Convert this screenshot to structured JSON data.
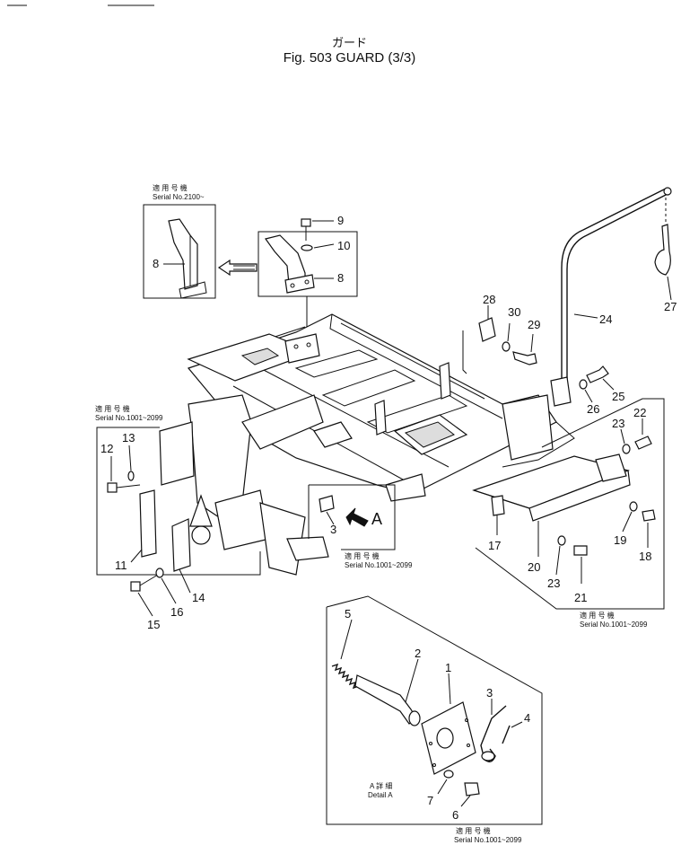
{
  "header": {
    "title_jp": "ガード",
    "title_en": "Fig. 503 GUARD (3/3)"
  },
  "insets": {
    "top_left": {
      "serial_jp": "適 用 号 機",
      "serial": "Serial No.2100~"
    },
    "left": {
      "serial_jp": "適 用 号 機",
      "serial": "Serial No.1001~2099"
    },
    "center": {
      "serial_jp": "適 用 号 機",
      "serial": "Serial No.1001~2099",
      "view_label": "A"
    },
    "right": {
      "serial_jp": "適 用 号 機",
      "serial": "Serial No.1001~2099"
    },
    "detail": {
      "detail_jp": "A 詳 細",
      "detail_en": "Detail A",
      "serial_jp": "適 用 号 機",
      "serial": "Serial No.1001~2099"
    }
  },
  "callouts": [
    "1",
    "2",
    "3",
    "4",
    "5",
    "6",
    "7",
    "8",
    "9",
    "10",
    "11",
    "12",
    "13",
    "14",
    "15",
    "16",
    "17",
    "18",
    "19",
    "20",
    "21",
    "22",
    "23",
    "24",
    "25",
    "26",
    "27",
    "28",
    "29",
    "30"
  ],
  "labels": {
    "p8a": "8",
    "p9": "9",
    "p10": "10",
    "p8b": "8",
    "p28": "28",
    "p30": "30",
    "p29": "29",
    "p24": "24",
    "p27": "27",
    "p25": "25",
    "p26": "26",
    "p23a": "23",
    "p22": "22",
    "p12": "12",
    "p13": "13",
    "p11": "11",
    "p15": "15",
    "p16": "16",
    "p14": "14",
    "p3a": "3",
    "p17": "17",
    "p20": "20",
    "p23b": "23",
    "p21": "21",
    "p19": "19",
    "p18": "18",
    "p5": "5",
    "p2": "2",
    "p1": "1",
    "p3b": "3",
    "p4": "4",
    "p7": "7",
    "p6": "6"
  }
}
